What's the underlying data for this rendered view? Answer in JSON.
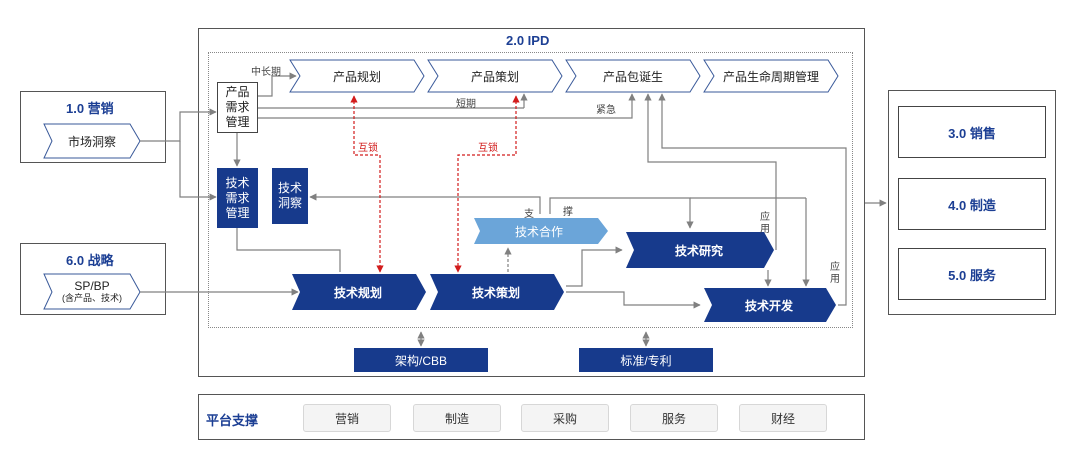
{
  "ipd": {
    "title": "2.0 IPD"
  },
  "marketing": {
    "title": "1.0 营销",
    "item": "市场洞察"
  },
  "strategy": {
    "title": "6.0 战略",
    "item_line1": "SP/BP",
    "item_line2": "(含产品、技术)"
  },
  "chain": [
    "产品规划",
    "产品策划",
    "产品包诞生",
    "产品生命周期管理"
  ],
  "boxes": {
    "product_req": "产品需求管理",
    "tech_req": "技术需求管理",
    "tech_insight": "技术洞察",
    "tech_coop": "技术合作",
    "tech_research": "技术研究",
    "tech_plan": "技术规划",
    "tech_design": "技术策划",
    "tech_dev": "技术开发"
  },
  "bottom": {
    "arch": "架构/CBB",
    "std": "标准/专利"
  },
  "labels": {
    "mid_long": "中长期",
    "short": "短期",
    "urgent": "紧急",
    "interlock_1": "互锁",
    "interlock_2": "互锁",
    "support_1": "支",
    "support_2": "撑",
    "apply_1": "应用",
    "apply_2": "应用"
  },
  "right": [
    "3.0 销售",
    "4.0 制造",
    "5.0 服务"
  ],
  "platform": {
    "title": "平台支撑",
    "items": [
      "营销",
      "制造",
      "采购",
      "服务",
      "财经"
    ]
  },
  "colors": {
    "dark_blue": "#173a8c",
    "light_blue": "#5b9bd5",
    "title_blue": "#1c3f94",
    "interlock_red": "#d21c1c"
  }
}
